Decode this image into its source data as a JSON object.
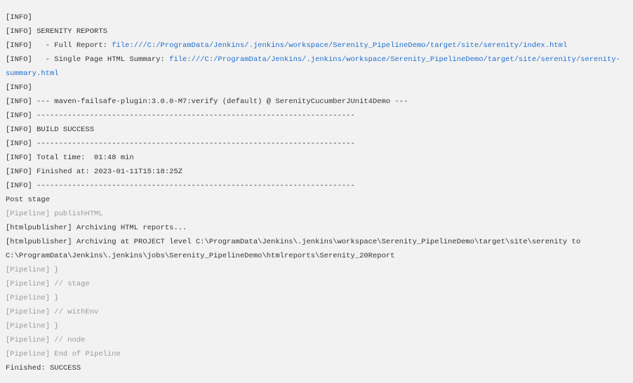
{
  "colors": {
    "background": "#f2f2f2",
    "text": "#333333",
    "link": "#1f6fd0",
    "pipeline": "#9a9a9a"
  },
  "console": {
    "lines": [
      {
        "kind": "text",
        "text": "[INFO]"
      },
      {
        "kind": "text",
        "text": "[INFO] SERENITY REPORTS"
      },
      {
        "kind": "link",
        "text": "[INFO]   - Full Report: ",
        "link": "file:///C:/ProgramData/Jenkins/.jenkins/workspace/Serenity_PipelineDemo/target/site/serenity/index.html"
      },
      {
        "kind": "link",
        "text": "[INFO]   - Single Page HTML Summary: ",
        "link": "file:///C:/ProgramData/Jenkins/.jenkins/workspace/Serenity_PipelineDemo/target/site/serenity/serenity-summary.html"
      },
      {
        "kind": "text",
        "text": "[INFO]"
      },
      {
        "kind": "text",
        "text": "[INFO] --- maven-failsafe-plugin:3.0.0-M7:verify (default) @ SerenityCucumberJUnit4Demo ---"
      },
      {
        "kind": "text",
        "text": "[INFO] ------------------------------------------------------------------------"
      },
      {
        "kind": "text",
        "text": "[INFO] BUILD SUCCESS"
      },
      {
        "kind": "text",
        "text": "[INFO] ------------------------------------------------------------------------"
      },
      {
        "kind": "text",
        "text": "[INFO] Total time:  01:48 min"
      },
      {
        "kind": "text",
        "text": "[INFO] Finished at: 2023-01-11T15:18:25Z"
      },
      {
        "kind": "text",
        "text": "[INFO] ------------------------------------------------------------------------"
      },
      {
        "kind": "text",
        "text": "Post stage"
      },
      {
        "kind": "pipeline",
        "text": "[Pipeline] publishHTML"
      },
      {
        "kind": "text",
        "text": "[htmlpublisher] Archiving HTML reports..."
      },
      {
        "kind": "text",
        "text": "[htmlpublisher] Archiving at PROJECT level C:\\ProgramData\\Jenkins\\.jenkins\\workspace\\Serenity_PipelineDemo\\target\\site\\serenity to C:\\ProgramData\\Jenkins\\.jenkins\\jobs\\Serenity_PipelineDemo\\htmlreports\\Serenity_20Report"
      },
      {
        "kind": "pipeline",
        "text": "[Pipeline] }"
      },
      {
        "kind": "pipeline",
        "text": "[Pipeline] // stage"
      },
      {
        "kind": "pipeline",
        "text": "[Pipeline] }"
      },
      {
        "kind": "pipeline",
        "text": "[Pipeline] // withEnv"
      },
      {
        "kind": "pipeline",
        "text": "[Pipeline] }"
      },
      {
        "kind": "pipeline",
        "text": "[Pipeline] // node"
      },
      {
        "kind": "pipeline",
        "text": "[Pipeline] End of Pipeline"
      },
      {
        "kind": "text",
        "text": "Finished: SUCCESS"
      }
    ]
  }
}
